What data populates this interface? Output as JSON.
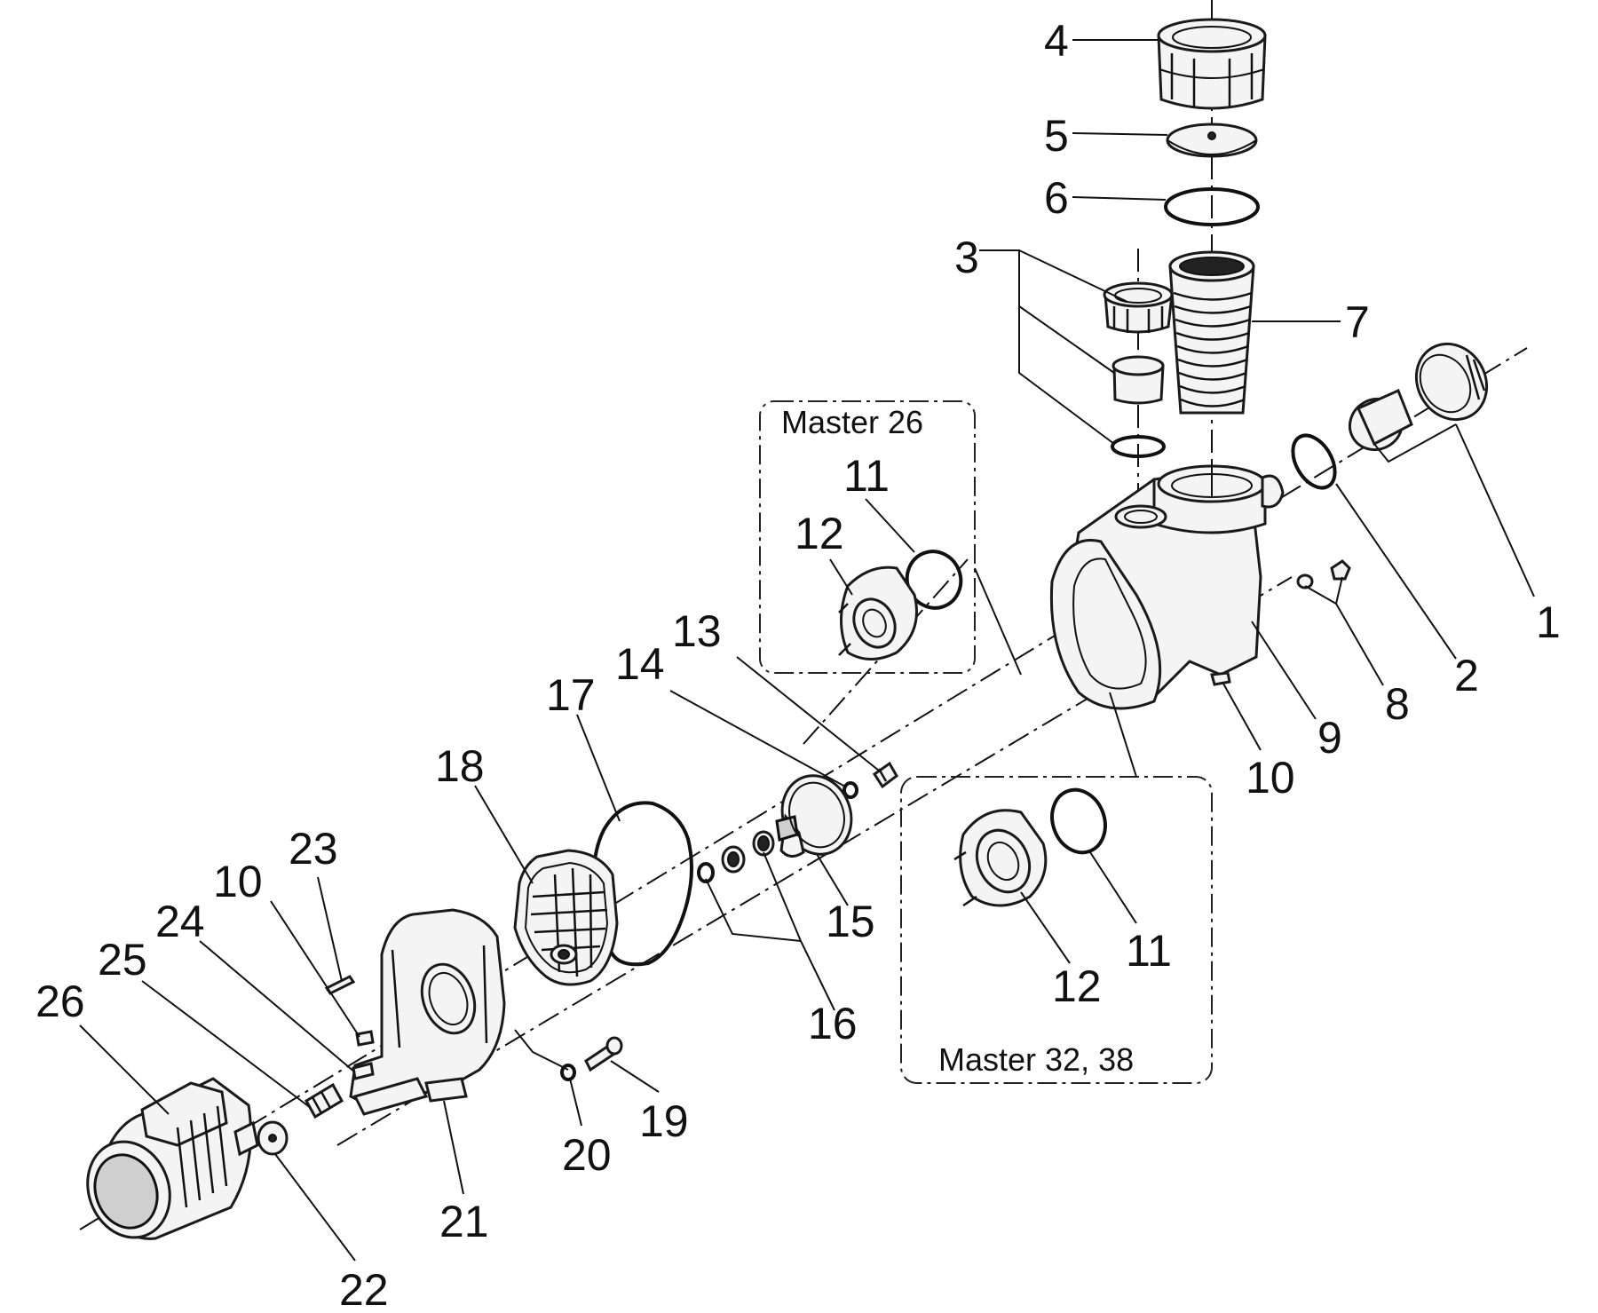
{
  "callouts": [
    {
      "id": "1",
      "label": "1"
    },
    {
      "id": "2",
      "label": "2"
    },
    {
      "id": "3",
      "label": "3"
    },
    {
      "id": "4",
      "label": "4"
    },
    {
      "id": "5",
      "label": "5"
    },
    {
      "id": "6",
      "label": "6"
    },
    {
      "id": "7",
      "label": "7"
    },
    {
      "id": "8",
      "label": "8"
    },
    {
      "id": "9",
      "label": "9"
    },
    {
      "id": "10a",
      "label": "10"
    },
    {
      "id": "10b",
      "label": "10"
    },
    {
      "id": "11a",
      "label": "11"
    },
    {
      "id": "11b",
      "label": "11"
    },
    {
      "id": "12a",
      "label": "12"
    },
    {
      "id": "12b",
      "label": "12"
    },
    {
      "id": "13",
      "label": "13"
    },
    {
      "id": "14",
      "label": "14"
    },
    {
      "id": "15",
      "label": "15"
    },
    {
      "id": "16",
      "label": "16"
    },
    {
      "id": "17",
      "label": "17"
    },
    {
      "id": "18",
      "label": "18"
    },
    {
      "id": "19",
      "label": "19"
    },
    {
      "id": "20",
      "label": "20"
    },
    {
      "id": "21",
      "label": "21"
    },
    {
      "id": "22",
      "label": "22"
    },
    {
      "id": "23",
      "label": "23"
    },
    {
      "id": "24",
      "label": "24"
    },
    {
      "id": "25",
      "label": "25"
    },
    {
      "id": "26",
      "label": "26"
    }
  ],
  "variant_boxes": {
    "master26": {
      "label": "Master 26"
    },
    "master32_38": {
      "label": "Master  32, 38"
    }
  }
}
